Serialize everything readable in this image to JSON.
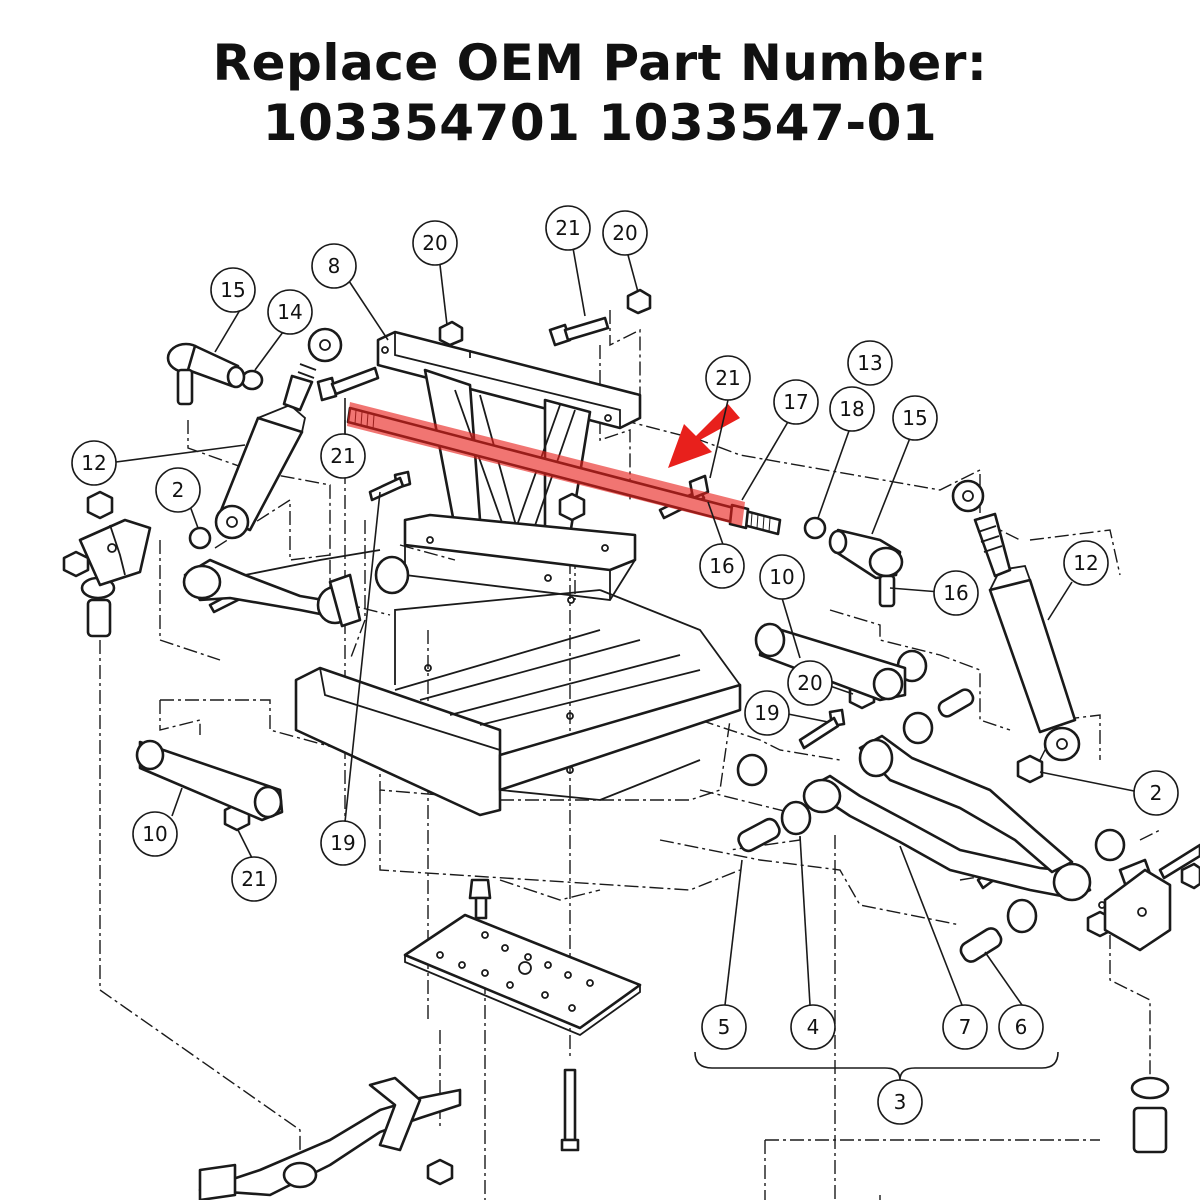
{
  "title": {
    "line1": "Replace OEM Part Number:",
    "line2": "103354701 1033547-01"
  },
  "highlight": {
    "color": "#e8201c",
    "part": "17"
  },
  "callouts": [
    {
      "id": "c1",
      "label": "20"
    },
    {
      "id": "c2",
      "label": "21"
    },
    {
      "id": "c3",
      "label": "20"
    },
    {
      "id": "c4",
      "label": "8"
    },
    {
      "id": "c5",
      "label": "15"
    },
    {
      "id": "c6",
      "label": "14"
    },
    {
      "id": "c7",
      "label": "13"
    },
    {
      "id": "c8",
      "label": "21"
    },
    {
      "id": "c9",
      "label": "17"
    },
    {
      "id": "c10",
      "label": "18"
    },
    {
      "id": "c11",
      "label": "15"
    },
    {
      "id": "c12",
      "label": "12"
    },
    {
      "id": "c13",
      "label": "21"
    },
    {
      "id": "c14",
      "label": "2"
    },
    {
      "id": "c15",
      "label": "16"
    },
    {
      "id": "c16",
      "label": "10"
    },
    {
      "id": "c17",
      "label": "16"
    },
    {
      "id": "c18",
      "label": "12"
    },
    {
      "id": "c19",
      "label": "20"
    },
    {
      "id": "c20",
      "label": "19"
    },
    {
      "id": "c21",
      "label": "2"
    },
    {
      "id": "c22",
      "label": "10"
    },
    {
      "id": "c23",
      "label": "19"
    },
    {
      "id": "c24",
      "label": "21"
    },
    {
      "id": "c25",
      "label": "5"
    },
    {
      "id": "c26",
      "label": "4"
    },
    {
      "id": "c27",
      "label": "7"
    },
    {
      "id": "c28",
      "label": "6"
    },
    {
      "id": "c29",
      "label": "3"
    }
  ]
}
